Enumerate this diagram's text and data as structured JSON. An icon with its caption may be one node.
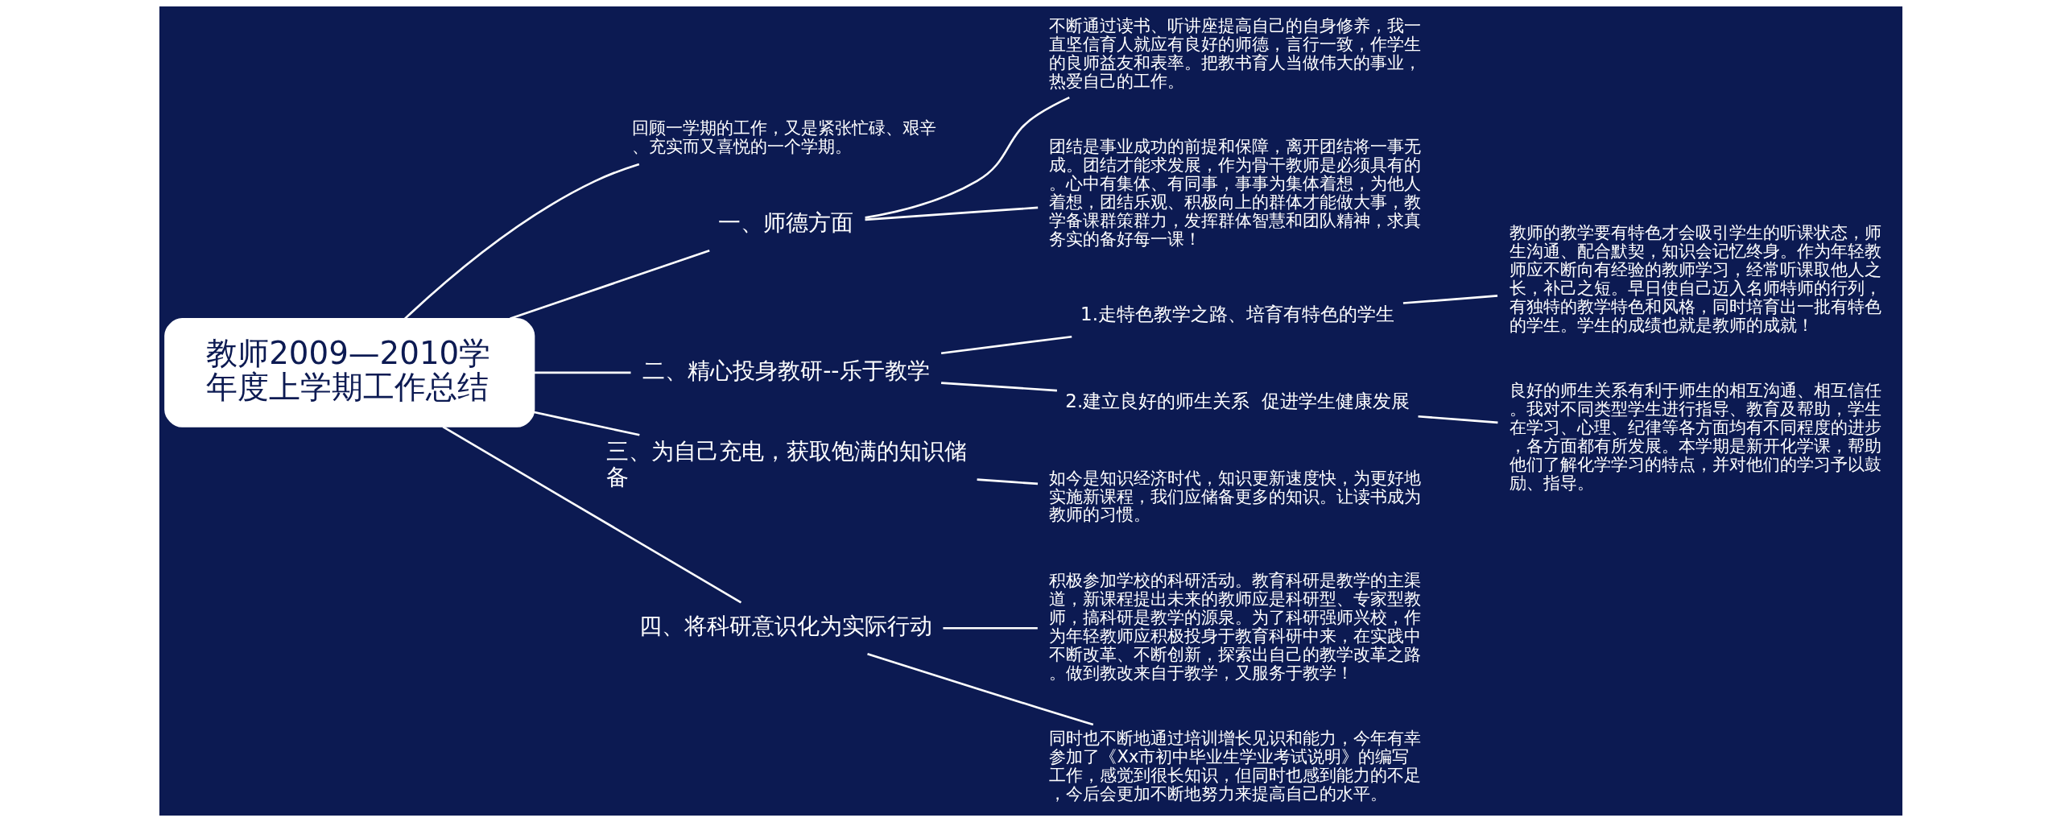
{
  "diagram": {
    "nodes": [
      {
        "text": [
          "教师2009—2010学年度上学期工作总结"
        ]
      },
      {
        "text": [
          "回顾一学期的工作，又是紧张忙碌、艰辛、充实而又喜悦的一个学期。"
        ]
      },
      {
        "text": [
          "一、师德方面"
        ]
      },
      {
        "text": [
          "不断通过读书、听讲座提高自己的自身修养，我一直坚信育人就应有良好的师德，言行一致，作学生的良师益友和表率。把教书育人当做伟大的事业，热爱自己的工作。"
        ]
      },
      {
        "text": [
          "团结是事业成功的前提和保障，离开团结将一事无成。团结才能求发展，作为骨干教师是必须具有的。心中有集体、有同事，事事为集体着想，为他人着想，团结乐观、积极向上的群体才能做大事，教学备课群策群力，发挥群体智慧和团队精神，求真务实的备好每一课！"
        ]
      },
      {
        "text": [
          "二、精心投身教研--乐于教学"
        ]
      },
      {
        "text": [
          "1.走特色教学之路、培育有特色的学生"
        ]
      },
      {
        "text": [
          "教师的教学要有特色才会吸引学生的听课状态，师生沟通、配合默契，知识会记忆终身。作为年轻教师应不断向有经验的教师学习，经常听课取他人之长，补己之短。早日使自己迈入名师特师的行列，有独特的教学特色和风格，同时培育出一批有特色的学生。学生的成绩也就是教师的成就！"
        ]
      },
      {
        "text": [
          "2.建立良好的师生关系  促进学生健康发展"
        ]
      },
      {
        "text": [
          "良好的师生关系有利于师生的相互沟通、相互信任。我对不同类型学生进行指导、教育及帮助，学生在学习、心理、纪律等各方面均有不同程度的进步，各方面都有所发展。本学期是新开化学课，帮助他们了解化学学习的特点，并对他们的学习予以鼓励、指导。"
        ]
      },
      {
        "text": [
          "三、为自己充电，获取饱满的知识储备"
        ]
      },
      {
        "text": [
          "如今是知识经济时代，知识更新速度快，为更好地实施新课程，我们应储备更多的知识。让读书成为教师的习惯。"
        ]
      },
      {
        "text": [
          "四、将科研意识化为实际行动"
        ]
      },
      {
        "text": [
          "积极参加学校的科研活动。教育科研是教学的主渠道，新课程提出未来的教师应是科研型、专家型教师，搞科研是教学的源泉。为了科研强师兴校，作为年轻教师应积极投身于教育科研中来，在实践中不断改革、不断创新，探索出自己的教学改革之路。做到教改来自于教学，又服务于教学！"
        ]
      },
      {
        "text": [
          "同时也不断地通过培训增长见识和能力，今年有幸参加了《Xx市初中毕业生学业考试说明》的编写工作，感觉到很长知识，但同时也感到能力的不足，今后会更加不断地努力来提高自己的水平。"
        ]
      }
    ],
    "edges": [
      {
        "from": 0,
        "to": 1,
        "arrow": "none"
      },
      {
        "from": 0,
        "to": 2,
        "arrow": "none"
      },
      {
        "from": 2,
        "to": 3,
        "arrow": "none"
      },
      {
        "from": 2,
        "to": 4,
        "arrow": "none"
      },
      {
        "from": 0,
        "to": 5,
        "arrow": "none"
      },
      {
        "from": 5,
        "to": 6,
        "arrow": "none"
      },
      {
        "from": 6,
        "to": 7,
        "arrow": "none"
      },
      {
        "from": 5,
        "to": 8,
        "arrow": "none"
      },
      {
        "from": 8,
        "to": 9,
        "arrow": "none"
      },
      {
        "from": 0,
        "to": 10,
        "arrow": "none"
      },
      {
        "from": 10,
        "to": 11,
        "arrow": "none"
      },
      {
        "from": 0,
        "to": 12,
        "arrow": "none"
      },
      {
        "from": 12,
        "to": 13,
        "arrow": "none"
      },
      {
        "from": 12,
        "to": 14,
        "arrow": "none"
      }
    ]
  }
}
